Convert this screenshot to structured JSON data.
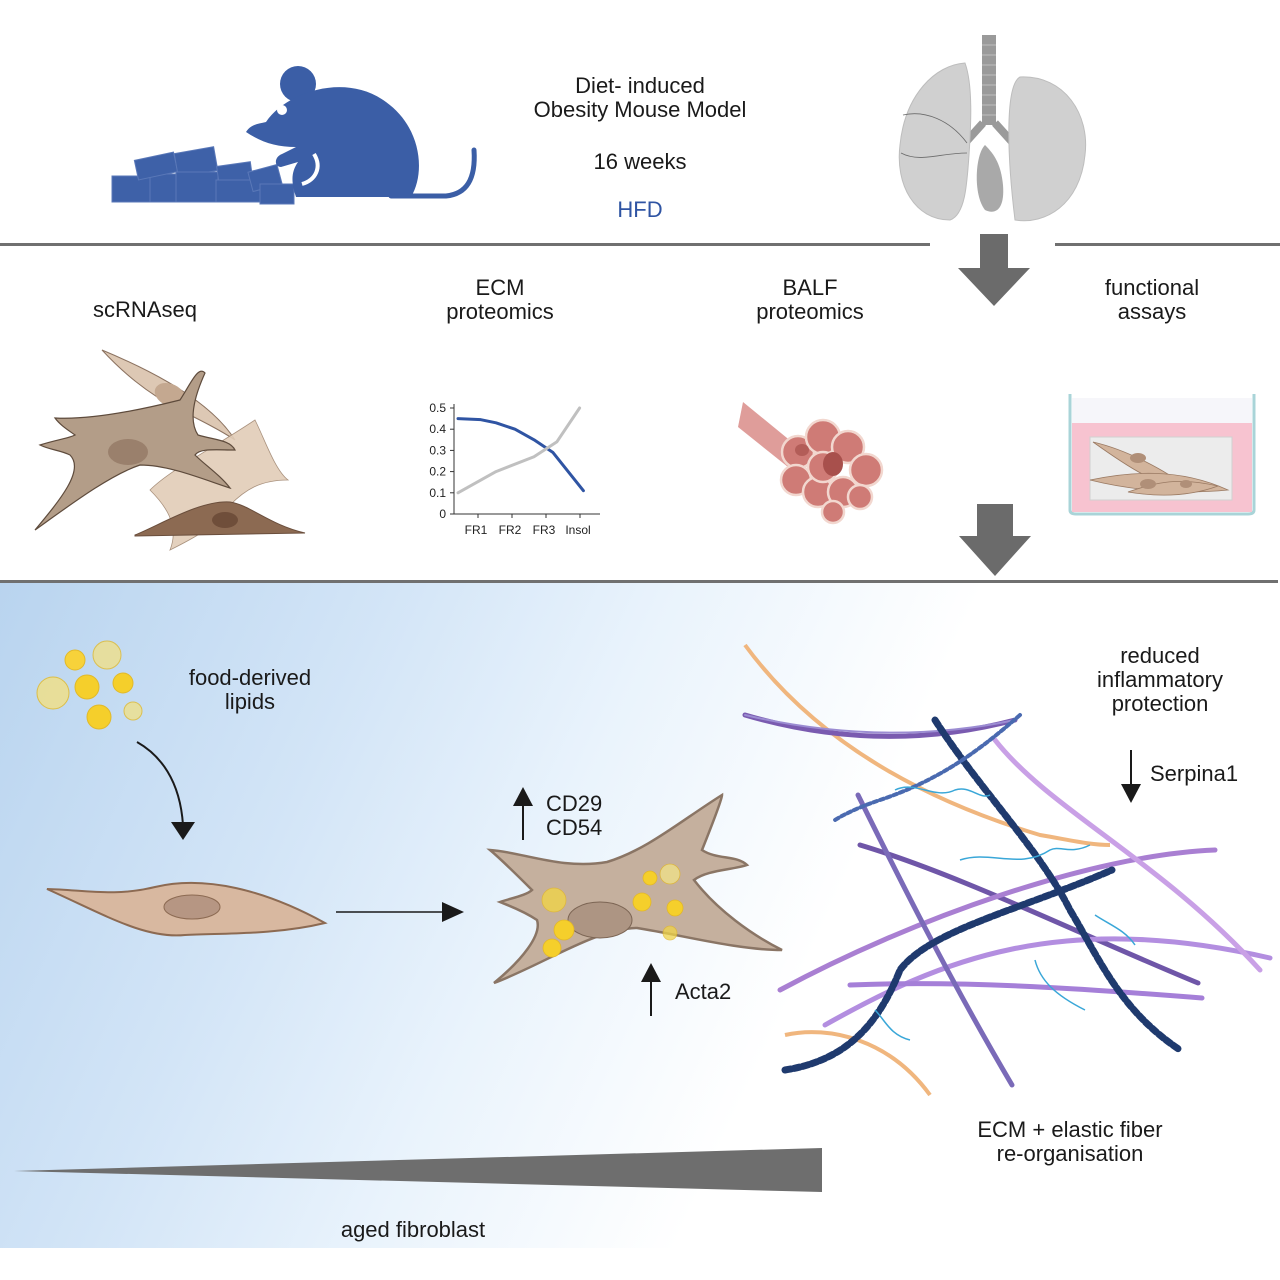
{
  "header": {
    "title_line1": "Diet- induced",
    "title_line2": "Obesity Mouse Model",
    "duration": "16 weeks",
    "diet": "HFD"
  },
  "methods": [
    {
      "line1": "scRNAseq",
      "line2": ""
    },
    {
      "line1": "ECM",
      "line2": "proteomics"
    },
    {
      "line1": "BALF",
      "line2": "proteomics"
    },
    {
      "line1": "functional",
      "line2": "assays"
    }
  ],
  "findings": {
    "lipids_line1": "food-derived",
    "lipids_line2": "lipids",
    "markers_up_1": "CD29",
    "markers_up_2": "CD54",
    "marker_acta2": "Acta2",
    "inflam_line1": "reduced",
    "inflam_line2": "inflammatory",
    "inflam_line3": "protection",
    "serpina": "Serpina1",
    "ecm_line1": "ECM + elastic fiber",
    "ecm_line2": "re-organisation",
    "aged": "aged fibroblast"
  },
  "icons": [
    "mouse-icon",
    "food-pellets-icon",
    "lungs-icon",
    "fibroblast-cells-icon",
    "alveoli-icon",
    "culture-dish-icon",
    "lipid-droplets-icon",
    "ecm-fibers-icon"
  ],
  "colors": {
    "accent_blue": "#3b5ea6",
    "arrow_gray": "#6b6b6b",
    "cell_tan": "#c9b29e",
    "lipid_yellow": "#f5cf2b",
    "hfd_text": "#2f54a3"
  },
  "chart_data": {
    "type": "line",
    "title": "",
    "xlabel": "",
    "ylabel": "",
    "categories": [
      "FR1",
      "FR2",
      "FR3",
      "Insol"
    ],
    "yticks": [
      "0",
      "0.1",
      "0.2",
      "0.3",
      "0.4",
      "0.5"
    ],
    "ylim": [
      0,
      0.5
    ],
    "series": [
      {
        "name": "blue",
        "color": "#2f54a3",
        "x": [
          0,
          0.6,
          1.0,
          1.5,
          2.0,
          2.5,
          3.3
        ],
        "values": [
          0.45,
          0.445,
          0.43,
          0.4,
          0.35,
          0.29,
          0.11
        ]
      },
      {
        "name": "gray",
        "color": "#c0c0c0",
        "x": [
          0,
          1.0,
          2.0,
          2.6,
          3.2
        ],
        "values": [
          0.1,
          0.2,
          0.27,
          0.34,
          0.5
        ]
      }
    ],
    "grid": false,
    "legend": "none"
  }
}
